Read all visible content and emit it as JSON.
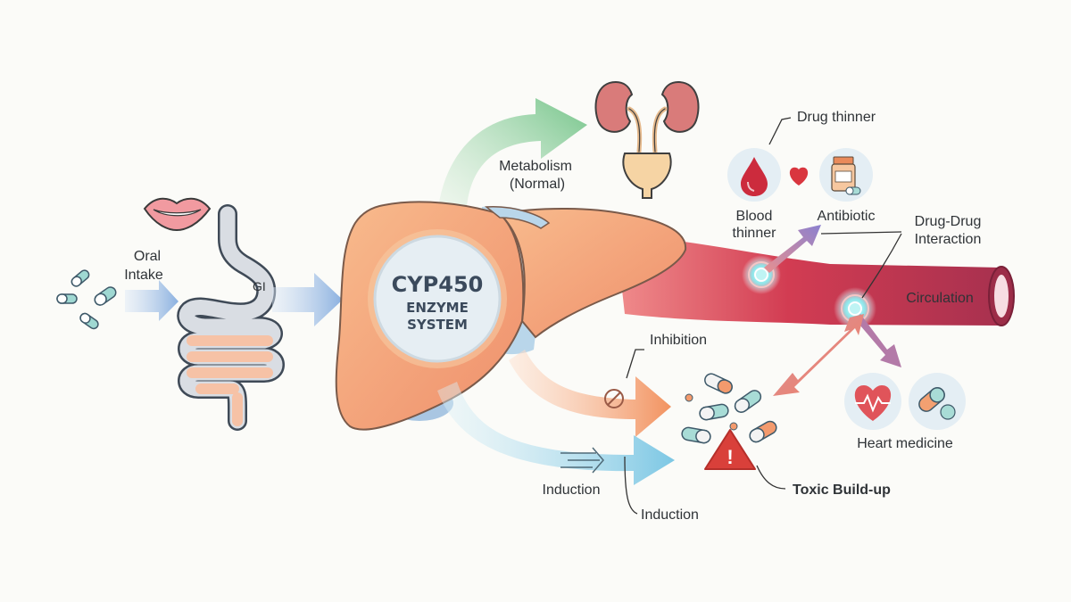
{
  "labels": {
    "oral_intake_line1": "Oral",
    "oral_intake_line2": "Intake",
    "gi": "GI",
    "enzyme_line1": "CYP450",
    "enzyme_line2": "ENZYME",
    "enzyme_line3": "SYSTEM",
    "metabolism_line1": "Metabolism",
    "metabolism_line2": "(Normal)",
    "drug_thinner": "Drug thinner",
    "blood_thinner_line1": "Blood",
    "blood_thinner_line2": "thinner",
    "antibiotic": "Antibiotic",
    "ddi_line1": "Drug-Drug",
    "ddi_line2": "Interaction",
    "circulation": "Circulation",
    "inhibition": "Inhibition",
    "induction_left": "Induction",
    "induction_bottom": "Induction",
    "heart_medicine": "Heart medicine",
    "toxic_buildup": "Toxic Build-up",
    "warning_mark": "!"
  },
  "colors": {
    "liver": "#f4a57b",
    "liver_dark": "#e88a63",
    "enzyme_circle": "#e4eef4",
    "vessel": "#c73a4f",
    "metabolism_arrow": "#9ed3a5",
    "inhibition_arrow": "#f2a076",
    "induction_arrow": "#8fd0e6",
    "intake_arrow": "#8fb4e0",
    "toxic_text": "#d83a3a",
    "warning": "#d9403a"
  },
  "icons": {
    "mouth": "lips-icon",
    "stomach": "stomach-intestine-icon",
    "liver": "liver-icon",
    "kidneys": "kidney-bladder-icon",
    "blood_drop": "blood-drop-icon",
    "heart": "heart-icon",
    "pill_bottle": "pill-bottle-icon",
    "heartbeat": "heart-ecg-icon",
    "capsule": "capsule-icon",
    "warning": "warning-triangle-icon",
    "inhibit": "no-entry-icon",
    "speed": "speed-lines-icon"
  }
}
